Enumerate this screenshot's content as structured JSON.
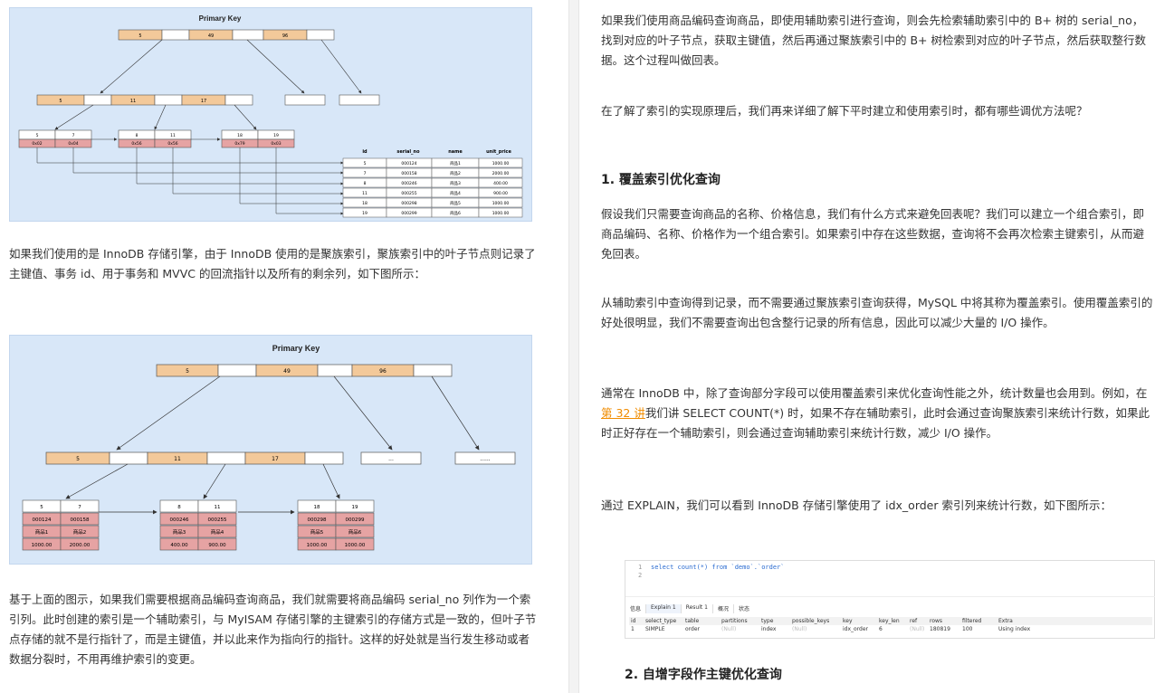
{
  "figure1": {
    "title": "Primary Key",
    "root": [
      "5",
      "49",
      "96"
    ],
    "level2": [
      "5",
      "11",
      "17"
    ],
    "leaf_keys": [
      [
        "5",
        "7"
      ],
      [
        "8",
        "11"
      ],
      [
        "18",
        "19"
      ]
    ],
    "leaf_ptrs": [
      [
        "0x02",
        "0x04"
      ],
      [
        "0x56",
        "0x56"
      ],
      [
        "0x79",
        "0x03"
      ]
    ],
    "table_headers": [
      "id",
      "serial_no",
      "name",
      "unit_price"
    ],
    "table_rows": [
      [
        "5",
        "000124",
        "商品1",
        "1000.00"
      ],
      [
        "7",
        "000158",
        "商品2",
        "2000.00"
      ],
      [
        "8",
        "000246",
        "商品3",
        "400.00"
      ],
      [
        "11",
        "000255",
        "商品4",
        "900.00"
      ],
      [
        "18",
        "000298",
        "商品5",
        "1000.00"
      ],
      [
        "19",
        "000299",
        "商品6",
        "1000.00"
      ]
    ]
  },
  "para1": "如果我们使用的是 InnoDB 存储引擎，由于 InnoDB 使用的是聚族索引，聚族索引中的叶子节点则记录了主键值、事务 id、用于事务和 MVVC 的回流指针以及所有的剩余列，如下图所示：",
  "figure2": {
    "title": "Primary Key",
    "root": [
      "5",
      "49",
      "96"
    ],
    "level2": [
      "5",
      "11",
      "17"
    ],
    "ellipsis": [
      "...",
      "......"
    ],
    "leaves": [
      {
        "keys": [
          "5",
          "7"
        ],
        "serial": [
          "000124",
          "000158"
        ],
        "name": [
          "商品1",
          "商品2"
        ],
        "price": [
          "1000.00",
          "2000.00"
        ]
      },
      {
        "keys": [
          "8",
          "11"
        ],
        "serial": [
          "000246",
          "000255"
        ],
        "name": [
          "商品3",
          "商品4"
        ],
        "price": [
          "400.00",
          "900.00"
        ]
      },
      {
        "keys": [
          "18",
          "19"
        ],
        "serial": [
          "000298",
          "000299"
        ],
        "name": [
          "商品5",
          "商品6"
        ],
        "price": [
          "1000.00",
          "1000.00"
        ]
      }
    ]
  },
  "para2": "基于上面的图示，如果我们需要根据商品编码查询商品，我们就需要将商品编码 serial_no 列作为一个索引列。此时创建的索引是一个辅助索引，与 MyISAM 存储引擎的主键索引的存储方式是一致的，但叶子节点存储的就不是行指针了，而是主键值，并以此来作为指向行的指针。这样的好处就是当行发生移动或者数据分裂时，不用再维护索引的变更。",
  "right": {
    "p1": "如果我们使用商品编码查询商品，即使用辅助索引进行查询，则会先检索辅助索引中的 B+ 树的 serial_no，找到对应的叶子节点，获取主键值，然后再通过聚族索引中的 B+ 树检索到对应的叶子节点，然后获取整行数据。这个过程叫做回表。",
    "p2": "在了解了索引的实现原理后，我们再来详细了解下平时建立和使用索引时，都有哪些调优方法呢？",
    "h1": "1. 覆盖索引优化查询",
    "p3": "假设我们只需要查询商品的名称、价格信息，我们有什么方式来避免回表呢？我们可以建立一个组合索引，即商品编码、名称、价格作为一个组合索引。如果索引中存在这些数据，查询将不会再次检索主键索引，从而避免回表。",
    "p4": "从辅助索引中查询得到记录，而不需要通过聚族索引查询获得，MySQL 中将其称为覆盖索引。使用覆盖索引的好处很明显，我们不需要查询出包含整行记录的所有信息，因此可以减少大量的 I/O 操作。",
    "p5a": "通常在 InnoDB 中，除了查询部分字段可以使用覆盖索引来优化查询性能之外，统计数量也会用到。例如，在",
    "p5link": "第 32 讲",
    "p5b": "我们讲 SELECT COUNT(*) 时，如果不存在辅助索引，此时会通过查询聚族索引来统计行数，如果此时正好存在一个辅助索引，则会通过查询辅助索引来统计行数，减少 I/O 操作。",
    "p6": "通过 EXPLAIN，我们可以看到 InnoDB 存储引擎使用了 idx_order 索引列来统计行数，如下图所示：",
    "h2": "2. 自增字段作主键优化查询"
  },
  "sql": {
    "line1_no": "1",
    "line1_code": "select count(*) from `demo`.`order`",
    "line2_no": "2",
    "tabs": [
      "信息",
      "Explain 1",
      "Result 1",
      "概况",
      "状态"
    ],
    "headers": [
      "id",
      "select_type",
      "table",
      "partitions",
      "type",
      "possible_keys",
      "key",
      "key_len",
      "ref",
      "rows",
      "filtered",
      "Extra"
    ],
    "row": [
      "1",
      "SIMPLE",
      "order",
      "(Null)",
      "index",
      "(Null)",
      "idx_order",
      "6",
      "(Null)",
      "180819",
      "100",
      "Using index"
    ]
  }
}
